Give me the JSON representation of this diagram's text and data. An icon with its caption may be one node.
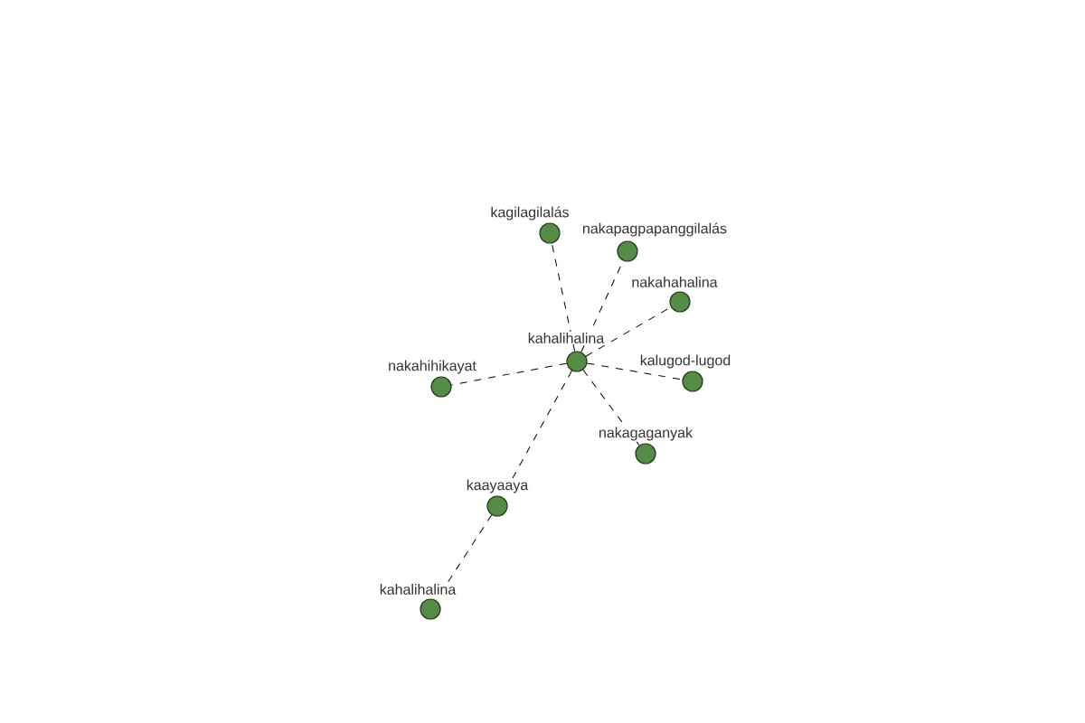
{
  "diagram": {
    "nodes": [
      {
        "text": [
          "kahalihalina"
        ]
      },
      {
        "text": [
          "kagilagilalás"
        ]
      },
      {
        "text": [
          "nakapagpapanggilalás"
        ]
      },
      {
        "text": [
          "nakahahalina"
        ]
      },
      {
        "text": [
          "kalugod-lugod"
        ]
      },
      {
        "text": [
          "nakagaganyak"
        ]
      },
      {
        "text": [
          "nakahihikayat"
        ]
      },
      {
        "text": [
          "kaayaaya"
        ]
      },
      {
        "text": [
          "kahalihalina"
        ]
      }
    ],
    "edges": [
      {
        "from": 0,
        "to": 1,
        "arrow": "none",
        "style": "dashed"
      },
      {
        "from": 0,
        "to": 2,
        "arrow": "none",
        "style": "dashed"
      },
      {
        "from": 0,
        "to": 3,
        "arrow": "none",
        "style": "dashed"
      },
      {
        "from": 0,
        "to": 4,
        "arrow": "none",
        "style": "dashed"
      },
      {
        "from": 0,
        "to": 5,
        "arrow": "none",
        "style": "dashed"
      },
      {
        "from": 0,
        "to": 6,
        "arrow": "none",
        "style": "dashed"
      },
      {
        "from": 0,
        "to": 7,
        "arrow": "none",
        "style": "dashed"
      },
      {
        "from": 7,
        "to": 8,
        "arrow": "none",
        "style": "dashed"
      }
    ]
  }
}
